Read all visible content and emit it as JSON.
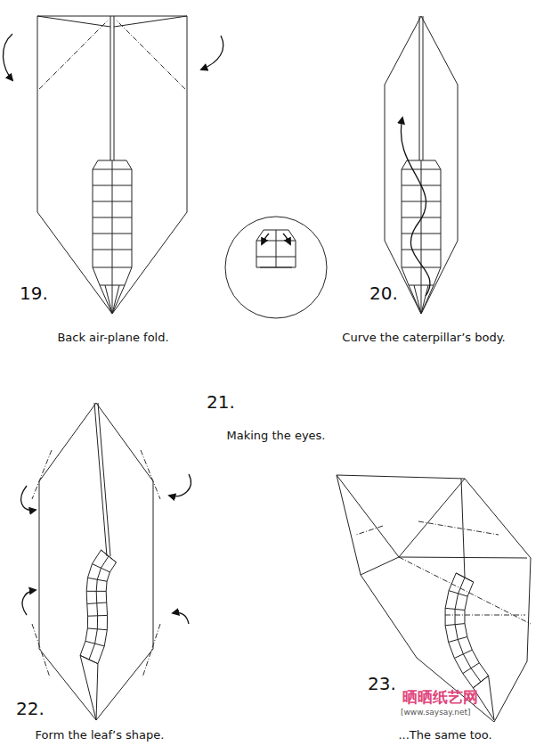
{
  "diagram": {
    "labels": [
      "19.",
      "Back air-plane fold.",
      "20.",
      "Curve the caterpillar’s body.",
      "21.",
      "Making the eyes.",
      "22.",
      "Form the leaf’s shape.",
      "23.",
      "...The same too.",
      "晒晒纸艺网",
      "[www.saysay.net]"
    ]
  }
}
